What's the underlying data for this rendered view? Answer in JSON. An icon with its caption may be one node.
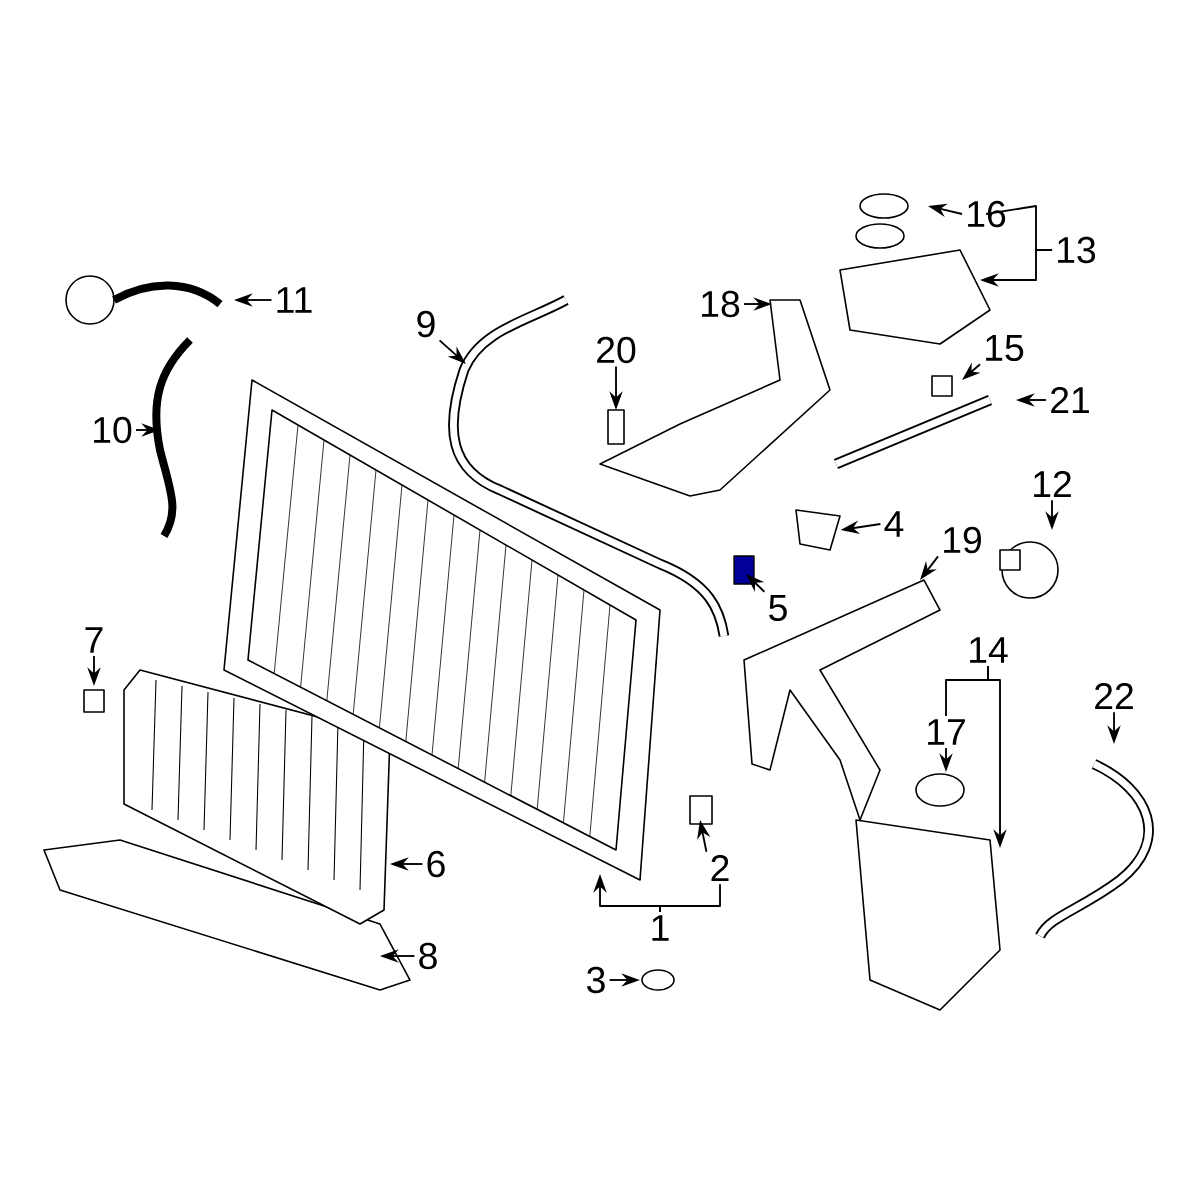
{
  "diagram": {
    "nodes": [
      {
        "text": [
          "1"
        ]
      },
      {
        "text": [
          "2"
        ]
      },
      {
        "text": [
          "3"
        ]
      },
      {
        "text": [
          "4"
        ]
      },
      {
        "text": [
          "5"
        ]
      },
      {
        "text": [
          "6"
        ]
      },
      {
        "text": [
          "7"
        ]
      },
      {
        "text": [
          "8"
        ]
      },
      {
        "text": [
          "9"
        ]
      },
      {
        "text": [
          "10"
        ]
      },
      {
        "text": [
          "11"
        ]
      },
      {
        "text": [
          "12"
        ]
      },
      {
        "text": [
          "13"
        ]
      },
      {
        "text": [
          "14"
        ]
      },
      {
        "text": [
          "15"
        ]
      },
      {
        "text": [
          "16"
        ]
      },
      {
        "text": [
          "17"
        ]
      },
      {
        "text": [
          "18"
        ]
      },
      {
        "text": [
          "19"
        ]
      },
      {
        "text": [
          "20"
        ]
      },
      {
        "text": [
          "21"
        ]
      },
      {
        "text": [
          "22"
        ]
      },
      {
        "text": [],
        "shape": "picture"
      }
    ],
    "edges": [
      {
        "from": 0,
        "to": null,
        "arrow": "to"
      },
      {
        "from": 0,
        "to": 1,
        "arrow": "none"
      },
      {
        "from": 1,
        "to": null,
        "arrow": "to"
      },
      {
        "from": 2,
        "to": null,
        "arrow": "to"
      },
      {
        "from": 3,
        "to": 22,
        "arrow": "to"
      },
      {
        "from": 4,
        "to": null,
        "arrow": "to"
      },
      {
        "from": 5,
        "to": null,
        "arrow": "to"
      },
      {
        "from": 6,
        "to": null,
        "arrow": "to"
      },
      {
        "from": 7,
        "to": null,
        "arrow": "to"
      },
      {
        "from": 8,
        "to": null,
        "arrow": "to"
      },
      {
        "from": 9,
        "to": null,
        "arrow": "to"
      },
      {
        "from": 10,
        "to": null,
        "arrow": "to"
      },
      {
        "from": 11,
        "to": null,
        "arrow": "to"
      },
      {
        "from": 12,
        "to": null,
        "arrow": "to"
      },
      {
        "from": 12,
        "to": 15,
        "arrow": "none"
      },
      {
        "from": 13,
        "to": null,
        "arrow": "to"
      },
      {
        "from": 13,
        "to": 16,
        "arrow": "none"
      },
      {
        "from": 14,
        "to": null,
        "arrow": "to"
      },
      {
        "from": 15,
        "to": null,
        "arrow": "to"
      },
      {
        "from": 16,
        "to": null,
        "arrow": "to"
      },
      {
        "from": 17,
        "to": null,
        "arrow": "to"
      },
      {
        "from": 18,
        "to": null,
        "arrow": "to"
      },
      {
        "from": 19,
        "to": null,
        "arrow": "to"
      },
      {
        "from": 20,
        "to": null,
        "arrow": "to"
      },
      {
        "from": 21,
        "to": null,
        "arrow": "to"
      }
    ]
  }
}
